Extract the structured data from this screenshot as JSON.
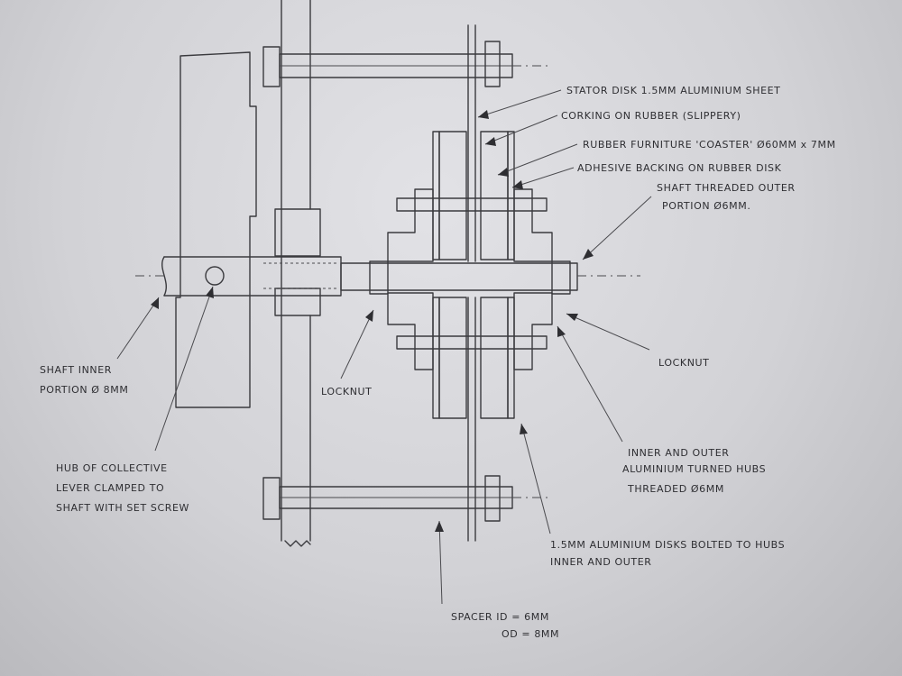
{
  "labels": {
    "stator_disk": "STATOR DISK 1.5MM ALUMINIUM SHEET",
    "corking_on_rubber": "CORKING ON RUBBER (SLIPPERY)",
    "rubber_coaster": "RUBBER FURNITURE 'COASTER' Ø60MM x 7MM",
    "adhesive_backing": "ADHESIVE BACKING ON RUBBER DISK",
    "shaft_threaded_1": "SHAFT THREADED OUTER",
    "shaft_threaded_2": "PORTION Ø6MM.",
    "shaft_inner_1": "SHAFT INNER",
    "shaft_inner_2": "PORTION Ø 8MM",
    "locknut_left": "LOCKNUT",
    "locknut_right": "LOCKNUT",
    "hubs_1": "INNER AND OUTER",
    "hubs_2": "ALUMINIUM TURNED HUBS",
    "hubs_3": "THREADED Ø6MM",
    "hub_lever_1": "HUB OF COLLECTIVE",
    "hub_lever_2": "LEVER CLAMPED TO",
    "hub_lever_3": "SHAFT WITH SET SCREW",
    "alu_disks_1": "1.5MM ALUMINIUM DISKS BOLTED TO HUBS",
    "alu_disks_2": "INNER AND OUTER",
    "spacer_1": "SPACER ID = 6MM",
    "spacer_2": "OD = 8MM"
  }
}
